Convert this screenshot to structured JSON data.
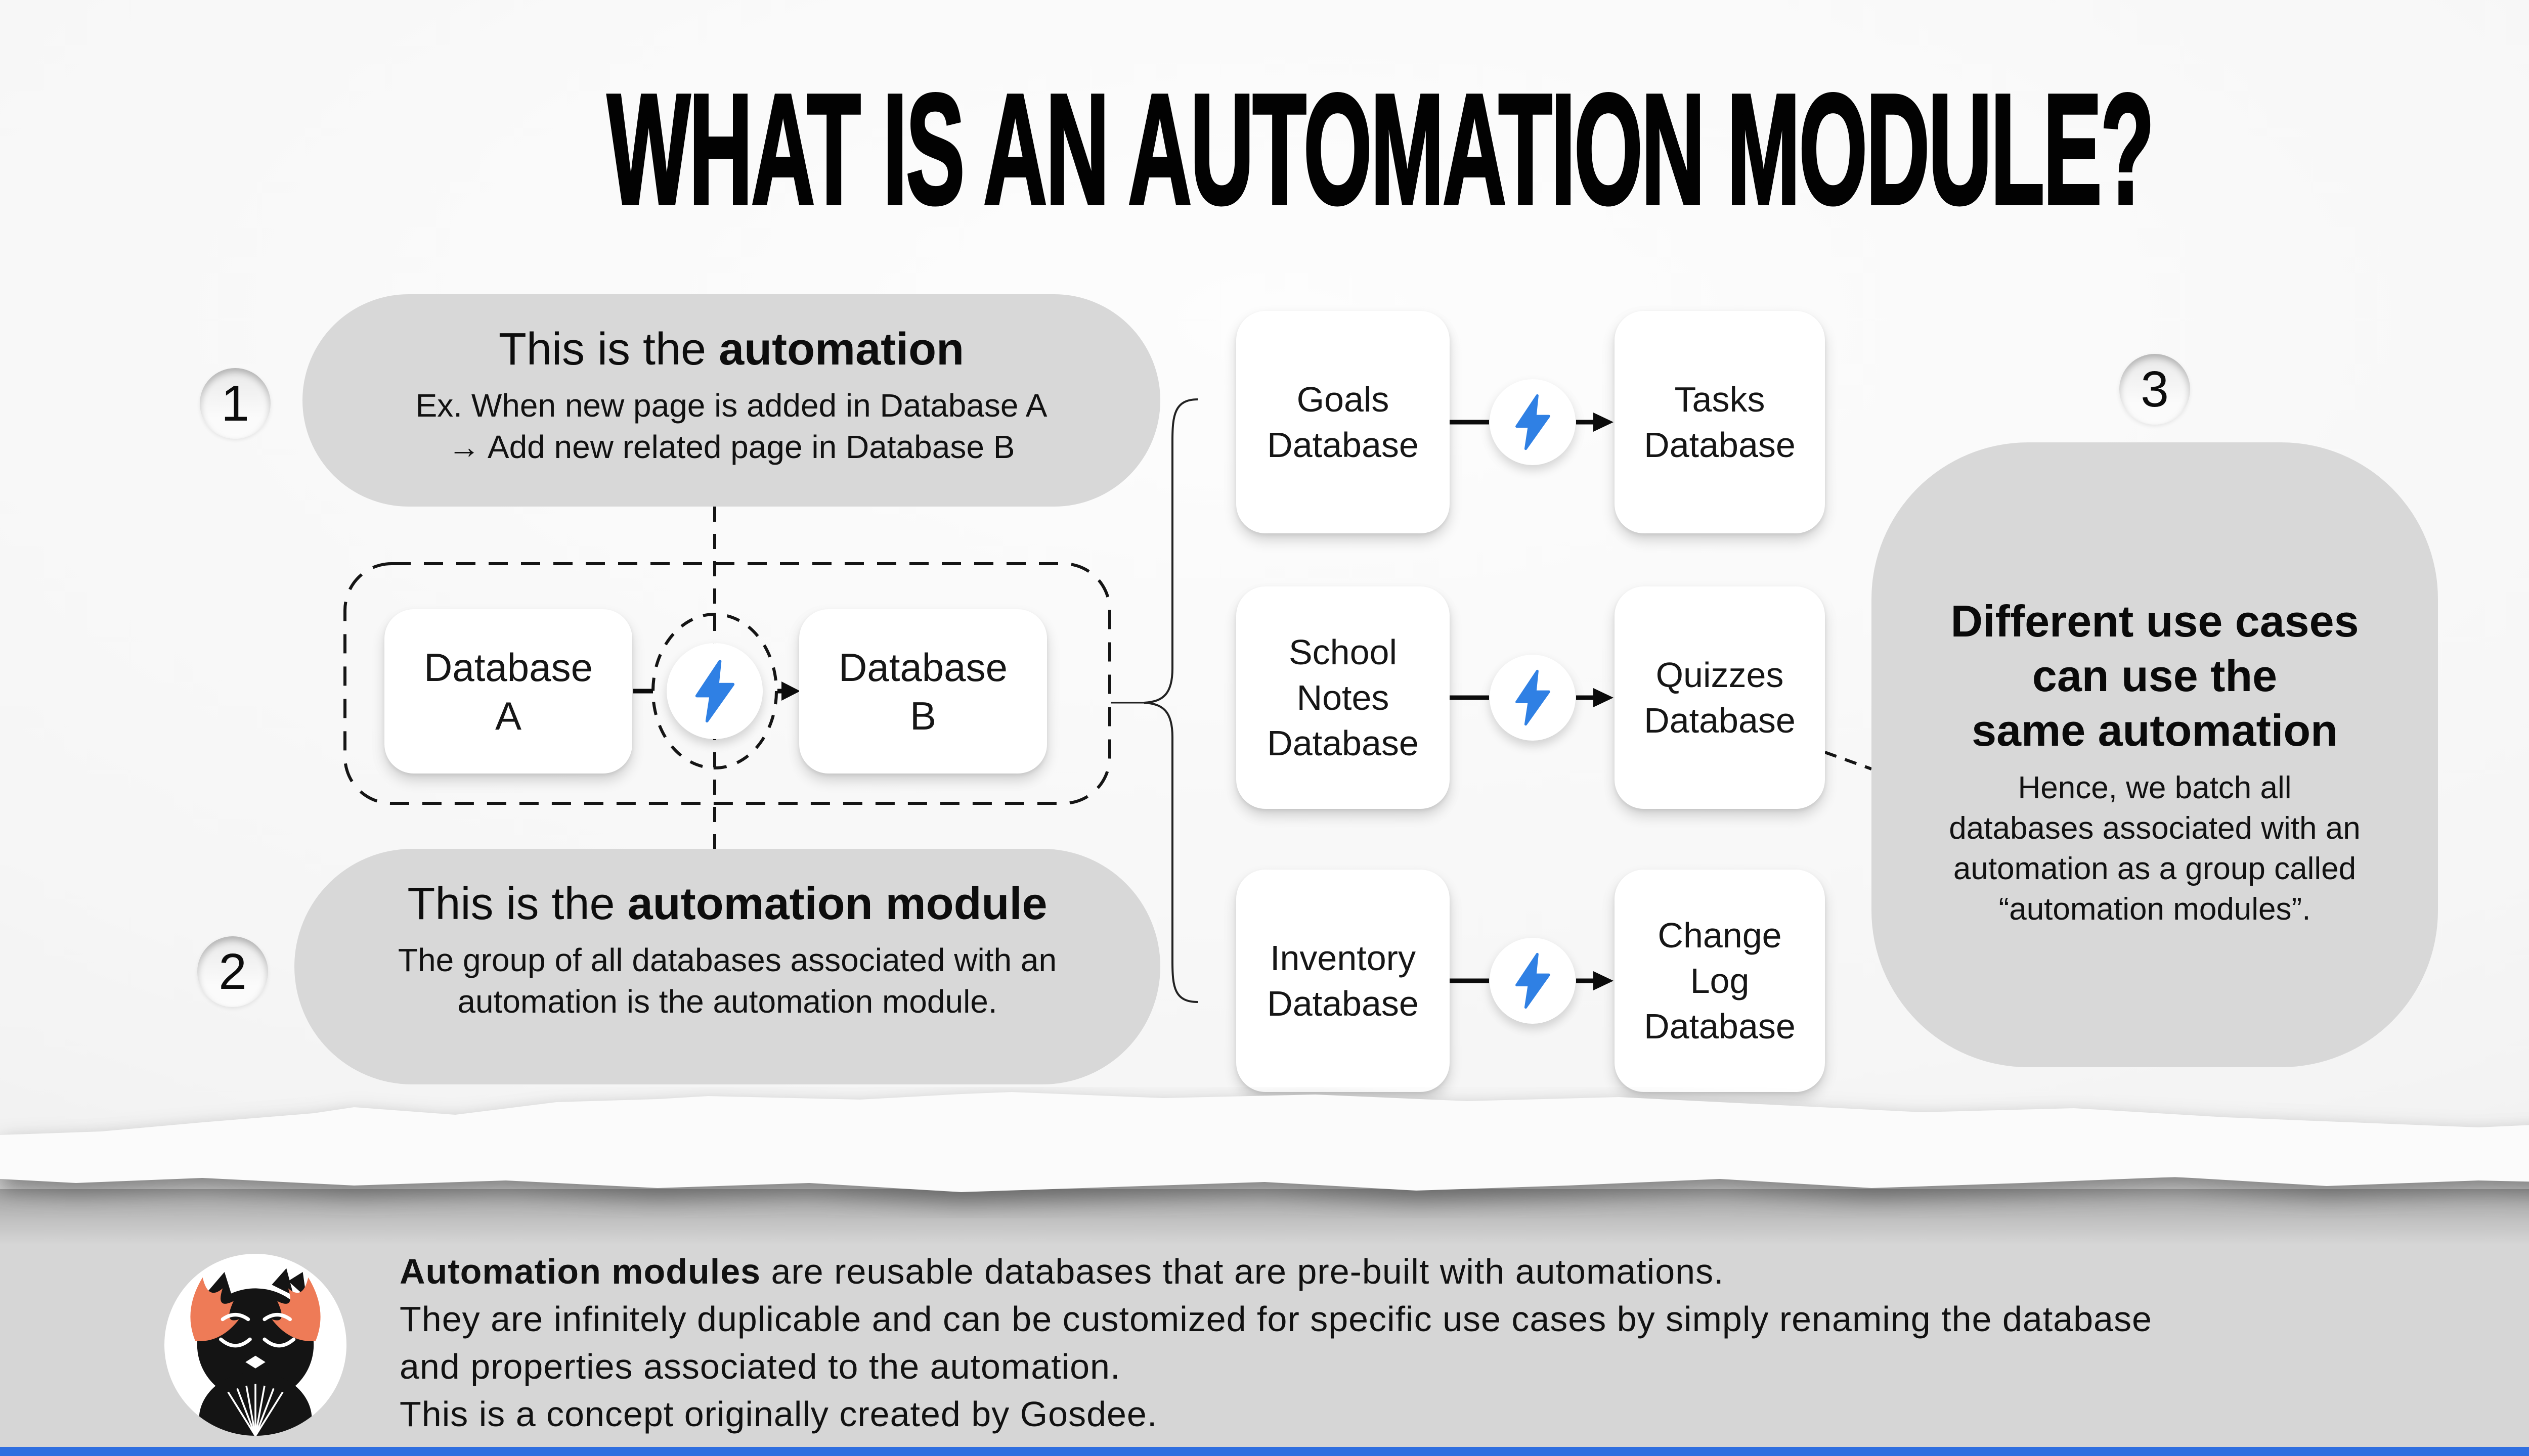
{
  "title": "WHAT IS AN AUTOMATION MODULE?",
  "colors": {
    "accent_blue": "#2F80E4",
    "bubble_gray": "#D8D8D8",
    "footer_gray": "#D6D6D6",
    "cat_orange": "#EE7B57",
    "bottom_bar_blue": "#2F6FE0"
  },
  "steps": {
    "one": {
      "number": "1",
      "heading_prefix": "This is the ",
      "heading_bold": "automation",
      "body": "Ex. When new page is added in Database A\n→ Add new related page in Database B"
    },
    "two": {
      "number": "2",
      "heading_prefix": "This is the ",
      "heading_bold": "automation module",
      "body": "The group of all databases associated with an\nautomation is the automation module."
    },
    "three": {
      "number": "3",
      "heading": "Different use cases\ncan use the\nsame automation",
      "body": "Hence, we batch all\ndatabases associated with an\nautomation as a group called\n“automation modules”."
    }
  },
  "example_diagram": {
    "source": "Database\nA",
    "target": "Database\nB",
    "icon": "lightning-icon"
  },
  "module_rows": [
    {
      "source": "Goals\nDatabase",
      "target": "Tasks\nDatabase"
    },
    {
      "source": "School\nNotes\nDatabase",
      "target": "Quizzes\nDatabase"
    },
    {
      "source": "Inventory\nDatabase",
      "target": "Change\nLog\nDatabase"
    }
  ],
  "footer": {
    "lead_bold": "Automation modules",
    "line1_rest": " are reusable databases that are pre-built with automations.",
    "line2": "They are infinitely duplicable and can be customized for specific use cases by simply renaming the database",
    "line3": "and properties associated to the automation.",
    "line4": "This is a concept originally created by Gosdee.",
    "avatar": "meditating-cat"
  }
}
